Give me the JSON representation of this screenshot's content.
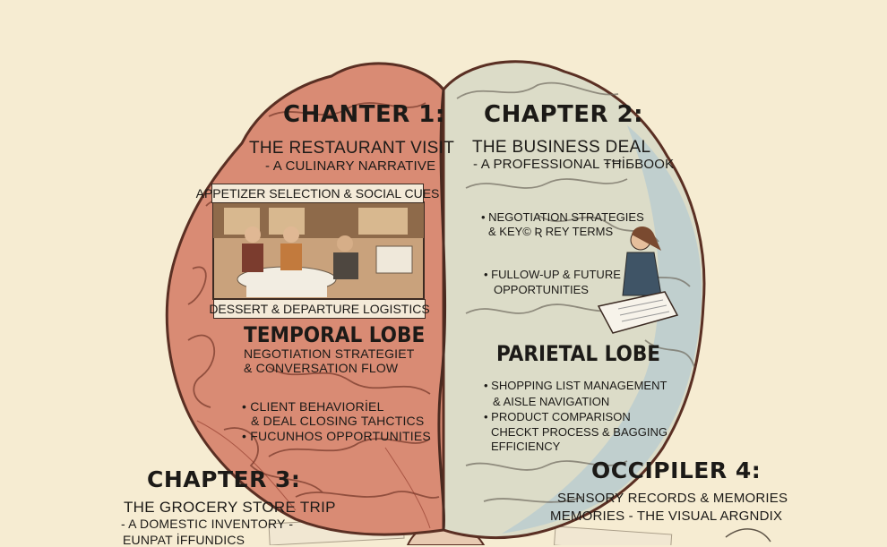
{
  "left_hemisphere": {
    "chapter_title": "CHANTER 1:",
    "chapter_subtitle": "THE RESTAURANT VISIT",
    "chapter_tagline": "- A CULINARY NARRATIVE",
    "panel_top_label": "APPETIZER SELECTION & SOCIAL CUES",
    "panel_bottom_label": "DESSERT & DEPARTURE LOGISTICS",
    "lobe_title": "TEMPORAL LOBE",
    "lobe_line1": "NEGOTIATION STRATEGIET",
    "lobe_line2": "& CONVERSATION FLOW",
    "bullet1_line1": "CLIENT BEHAVIORİEL",
    "bullet1_line2": "& DEAL CLOSING TAHCTICS",
    "bullet2": "FUCUNHOS OPPORTUNITIES"
  },
  "right_hemisphere": {
    "chapter_title": "CHAPTER 2:",
    "chapter_subtitle": "THE BUSINESS DEAL",
    "chapter_tagline": "- A PROFESSIONAL ŦĦİƂBOOK",
    "bullet1_line1": "NEGOTIATION STRATEGIES",
    "bullet1_line2": "& KEY© Ʀ REY TERMS",
    "bullet2_line1": "FULLOW-UP & FUTURE",
    "bullet2_line2": "OPPORTUNITIES",
    "lobe_title": "PARIETAL LOBE",
    "p_bullet1_line1": "SHOPPING LIST MANAGEMENT",
    "p_bullet1_line2": "& AISLE NAVIGATION",
    "p_bullet2_line1": "PRODUCT COMPARISON",
    "p_bullet2_line2": "CHECKT PROCESS & BAGGING",
    "p_bullet2_line3": "EFFICIENCY"
  },
  "chapter3": {
    "title": "CHAPTER 3:",
    "subtitle": "THE GROCERY STORE TRIP",
    "tagline": "- A DOMESTIC INVENTORY -",
    "tagline2": "EUNPAT İFFUNDICS"
  },
  "chapter4": {
    "title": "OCCIPILER 4:",
    "line1": "SENSORY RECORDS & MEMORIES",
    "line2": "MEMORIES - THE VISUAL ARGNDIX"
  },
  "colors": {
    "background": "#f6ecd2",
    "left_brain": "#d98b74",
    "right_brain": "#dcdcc8",
    "right_shadow": "#b7cbd0",
    "outline": "#5a2f23",
    "text": "#1c1a17"
  }
}
